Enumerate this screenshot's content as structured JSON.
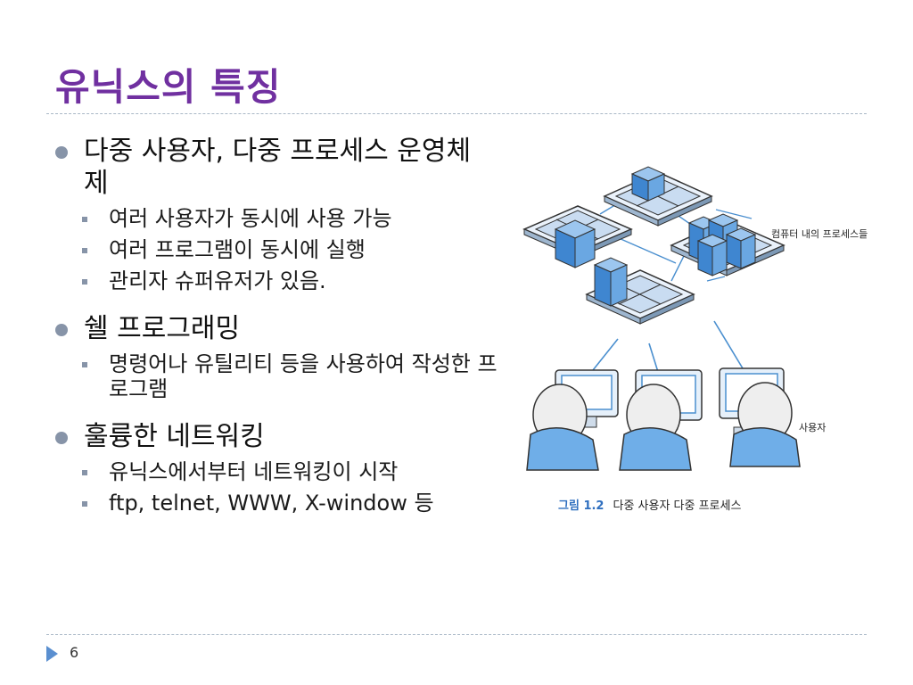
{
  "slide": {
    "title": "유닉스의 특징",
    "page_number": "6"
  },
  "sections": [
    {
      "heading": "다중 사용자, 다중 프로세스 운영체제",
      "items": [
        "여러 사용자가 동시에 사용 가능",
        "여러 프로그램이 동시에 실행",
        "관리자 슈퍼유저가 있음."
      ]
    },
    {
      "heading": "쉘 프로그래밍",
      "items": [
        "명령어나 유틸리티 등을 사용하여 작성한 프로그램"
      ]
    },
    {
      "heading": "훌륭한 네트워킹",
      "items": [
        "유닉스에서부터 네트워킹이 시작",
        "ftp, telnet, WWW, X-window 등"
      ]
    }
  ],
  "figure": {
    "caption_number": "그림 1.2",
    "caption_text": "다중 사용자 다중 프로세스",
    "label_processes": "컴퓨터 내의 프로세스들",
    "label_users": "사용자"
  },
  "colors": {
    "title": "#7030a0",
    "bullet": "#8794a8",
    "accent_blue": "#2f6fbf"
  }
}
